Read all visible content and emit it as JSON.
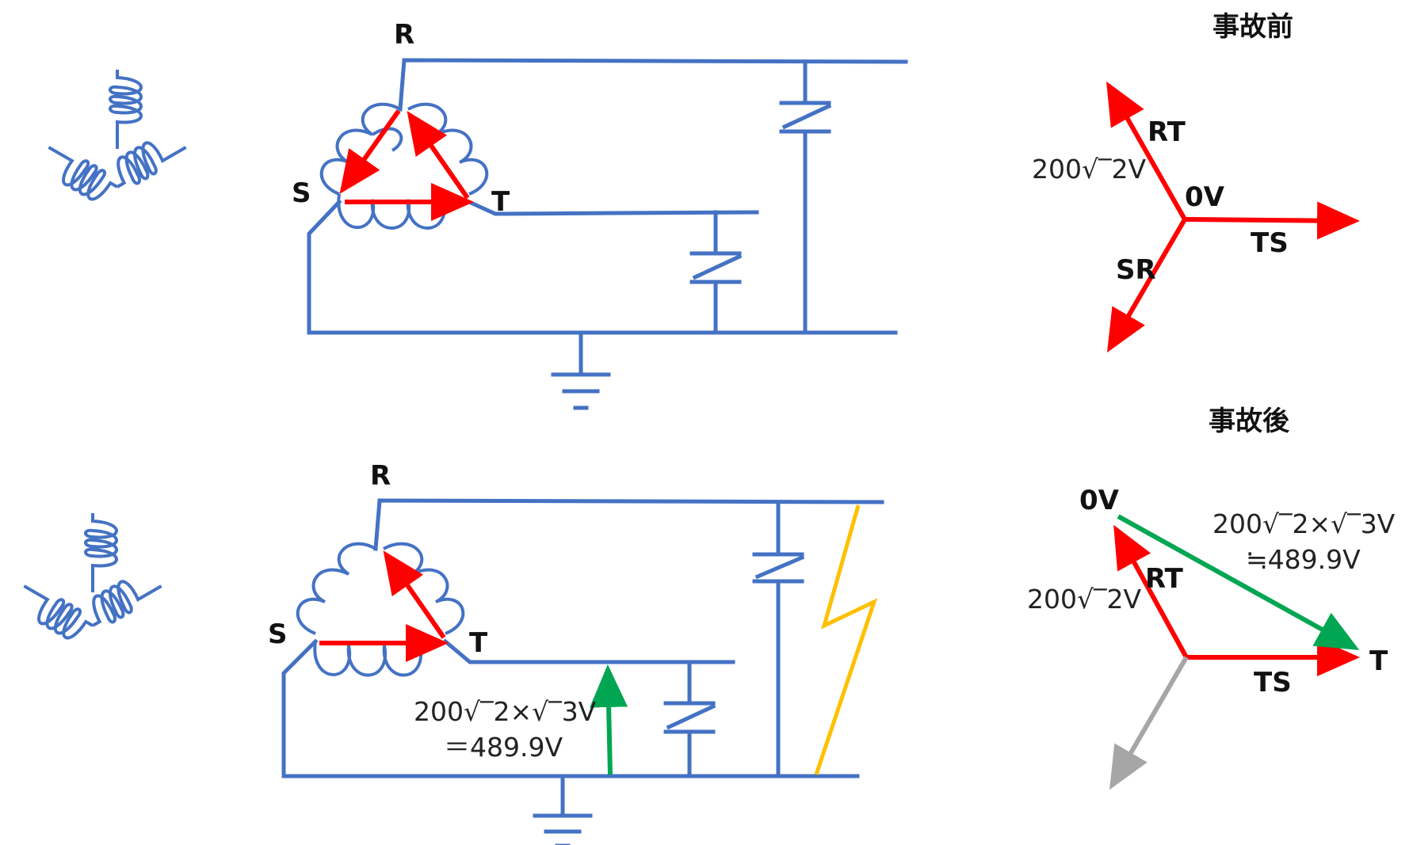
{
  "top_diagram": {
    "label_R": "R",
    "label_S": "S",
    "label_T": "T"
  },
  "bottom_diagram": {
    "label_R": "R",
    "label_S": "S",
    "label_T": "T",
    "voltage_line1": "200√‾2×√‾3V",
    "voltage_line2": "＝489.9V"
  },
  "phasor_before": {
    "title": "事故前",
    "label_RT": "RT",
    "label_0V": "0V",
    "label_TS": "TS",
    "label_SR": "SR",
    "voltage": "200√‾2V"
  },
  "phasor_after": {
    "title": "事故後",
    "label_0V": "0V",
    "label_RT": "RT",
    "label_TS": "TS",
    "label_T": "T",
    "voltage": "200√‾2V",
    "line_voltage_1": "200√‾2×√‾3V",
    "line_voltage_2": "≒489.9V"
  },
  "colors": {
    "wire": "#4472C4",
    "phasor": "#FF0000",
    "ground_fault_voltage": "#00A651",
    "fault": "#FFC000",
    "unused_phasor": "#A6A6A6"
  }
}
